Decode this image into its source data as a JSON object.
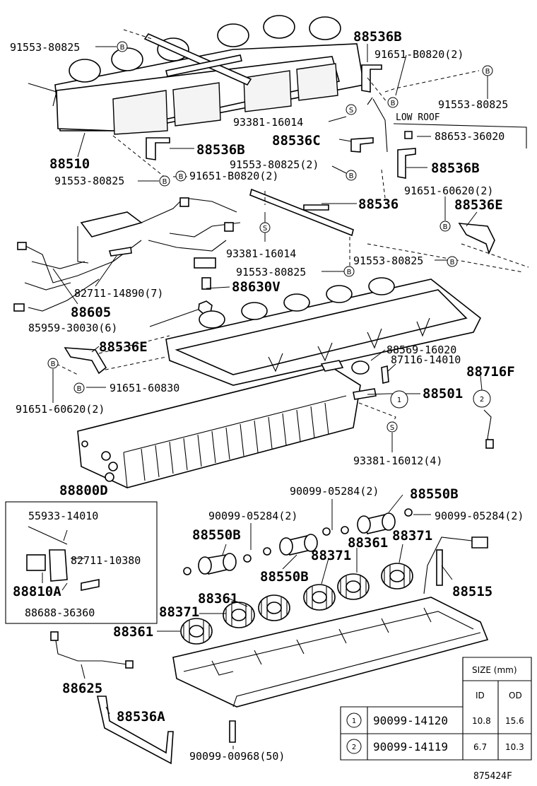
{
  "labels": {
    "p91553_80825_a": "91553-80825",
    "p88536B_a": "88536B",
    "p91651_B0820_2_a": "91651-B0820(2)",
    "p91553_80825_b": "91553-80825",
    "low_roof": "LOW ROOF",
    "p93381_16014_a": "93381-16014",
    "p88536C": "88536C",
    "p88653_36020": "88653-36020",
    "p88510": "88510",
    "p88536B_b": "88536B",
    "p91553_80825_2": "91553-80825(2)",
    "p88536B_c": "88536B",
    "p91553_80825_c": "91553-80825",
    "p91651_B0820_2_b": "91651-B0820(2)",
    "p91651_60620_2_a": "91651-60620(2)",
    "p88536": "88536",
    "p88536E_a": "88536E",
    "p93381_16014_b": "93381-16014",
    "p91553_80825_d": "91553-80825",
    "p91553_80825_e": "91553-80825",
    "p82711_14890_7": "82711-14890(7)",
    "p88630V": "88630V",
    "p88605": "88605",
    "p85959_30030_6": "85959-30030(6)",
    "p88569_16020": "88569-16020",
    "p87116_14010": "87116-14010",
    "p88716F": "88716F",
    "p88536E_b": "88536E",
    "p91651_60830": "91651-60830",
    "p88501": "88501",
    "p91651_60620_2_b": "91651-60620(2)",
    "p93381_16012_4": "93381-16012(4)",
    "p88800D": "88800D",
    "p90099_05284_2_a": "90099-05284(2)",
    "p88550B_a": "88550B",
    "p55933_14010": "55933-14010",
    "p90099_05284_2_b": "90099-05284(2)",
    "p90099_05284_2_c": "90099-05284(2)",
    "p88550B_b": "88550B",
    "p82711_10380": "82711-10380",
    "p88371_a": "88371",
    "p88361_a": "88361",
    "p88371_b": "88371",
    "p88550B_c": "88550B",
    "p88515": "88515",
    "p88810A": "88810A",
    "p88361_b": "88361",
    "p88688_36360": "88688-36360",
    "p88371_c": "88371",
    "p88361_c": "88361",
    "p88625": "88625",
    "p88536A": "88536A",
    "p90099_00968_50": "90099-00968(50)",
    "diagram_code": "875424F"
  },
  "symbols": {
    "bolt": "B",
    "screw": "S",
    "ref1": "1",
    "ref2": "2"
  },
  "size_table": {
    "title": "SIZE (mm)",
    "col_id": "ID",
    "col_od": "OD",
    "rows": [
      {
        "ref": "1",
        "part": "90099-14120",
        "id": "10.8",
        "od": "15.6"
      },
      {
        "ref": "2",
        "part": "90099-14119",
        "id": "6.7",
        "od": "10.3"
      }
    ]
  }
}
